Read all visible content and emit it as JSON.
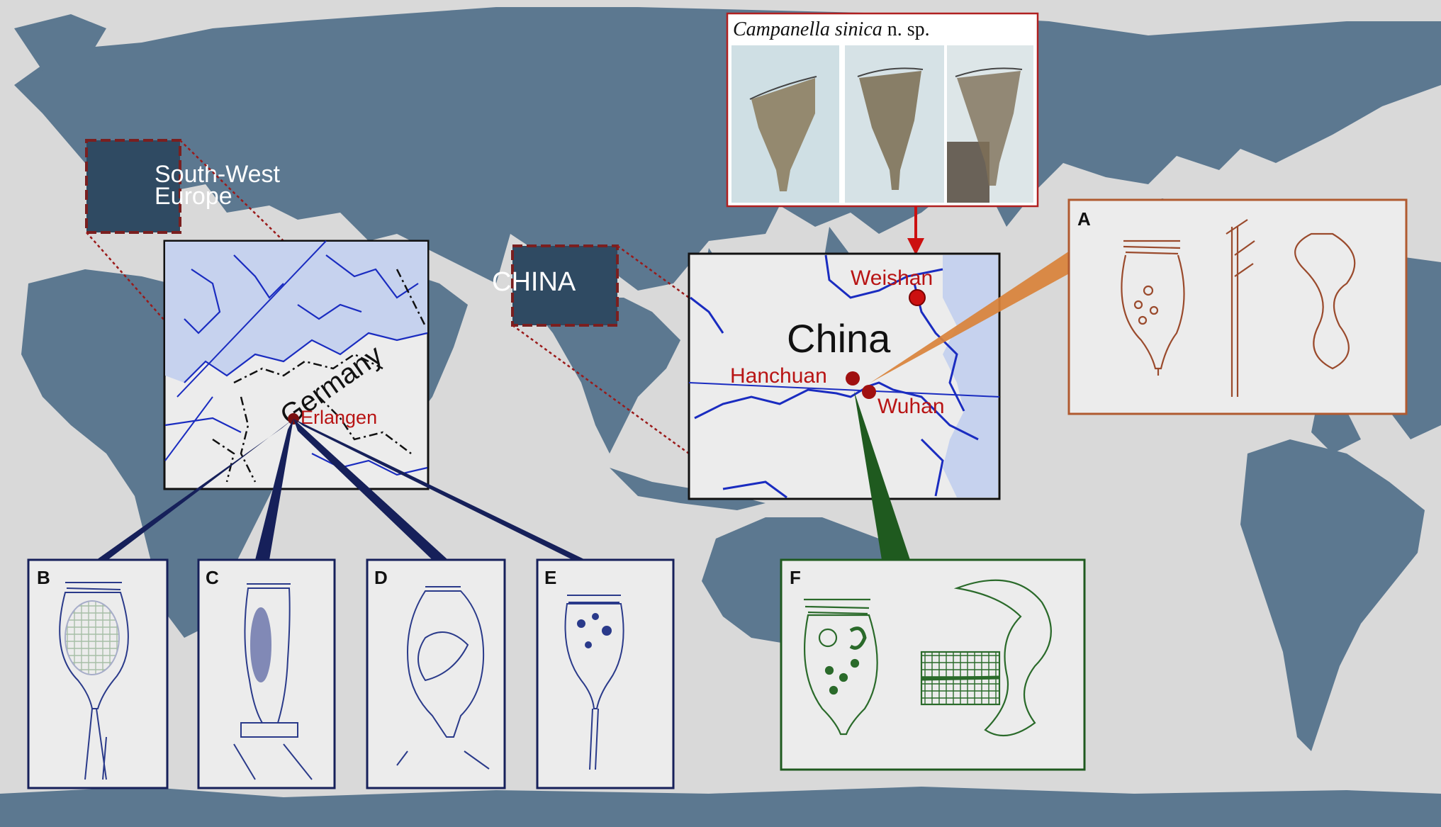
{
  "colors": {
    "ocean": "#d9d9d9",
    "land": "#5c7890",
    "inset_land": "#ececec",
    "inset_water": "#c6d2ee",
    "border_red": "#7a1f1f",
    "place_red": "#b81414",
    "europe_lines": "#1a1f5c",
    "china_green": "#1f5a1f",
    "a_brown": "#9a4a2c"
  },
  "regions": {
    "sw_europe": "South-West\nEurope",
    "sw_europe_line1": "South-West",
    "sw_europe_line2": "Europe",
    "china_box": "CHINA"
  },
  "europe_inset": {
    "country": "Germany",
    "city": "Erlangen"
  },
  "china_inset": {
    "country": "China",
    "cities": [
      "Weishan",
      "Hanchuan",
      "Wuhan"
    ]
  },
  "photo_panel": {
    "genus_species": "Campanella sinica",
    "suffix": " n. sp."
  },
  "panels": {
    "A": "A",
    "B": "B",
    "C": "C",
    "D": "D",
    "E": "E",
    "F": "F"
  },
  "icons": [
    "arrow-down-icon",
    "location-marker-icon"
  ]
}
